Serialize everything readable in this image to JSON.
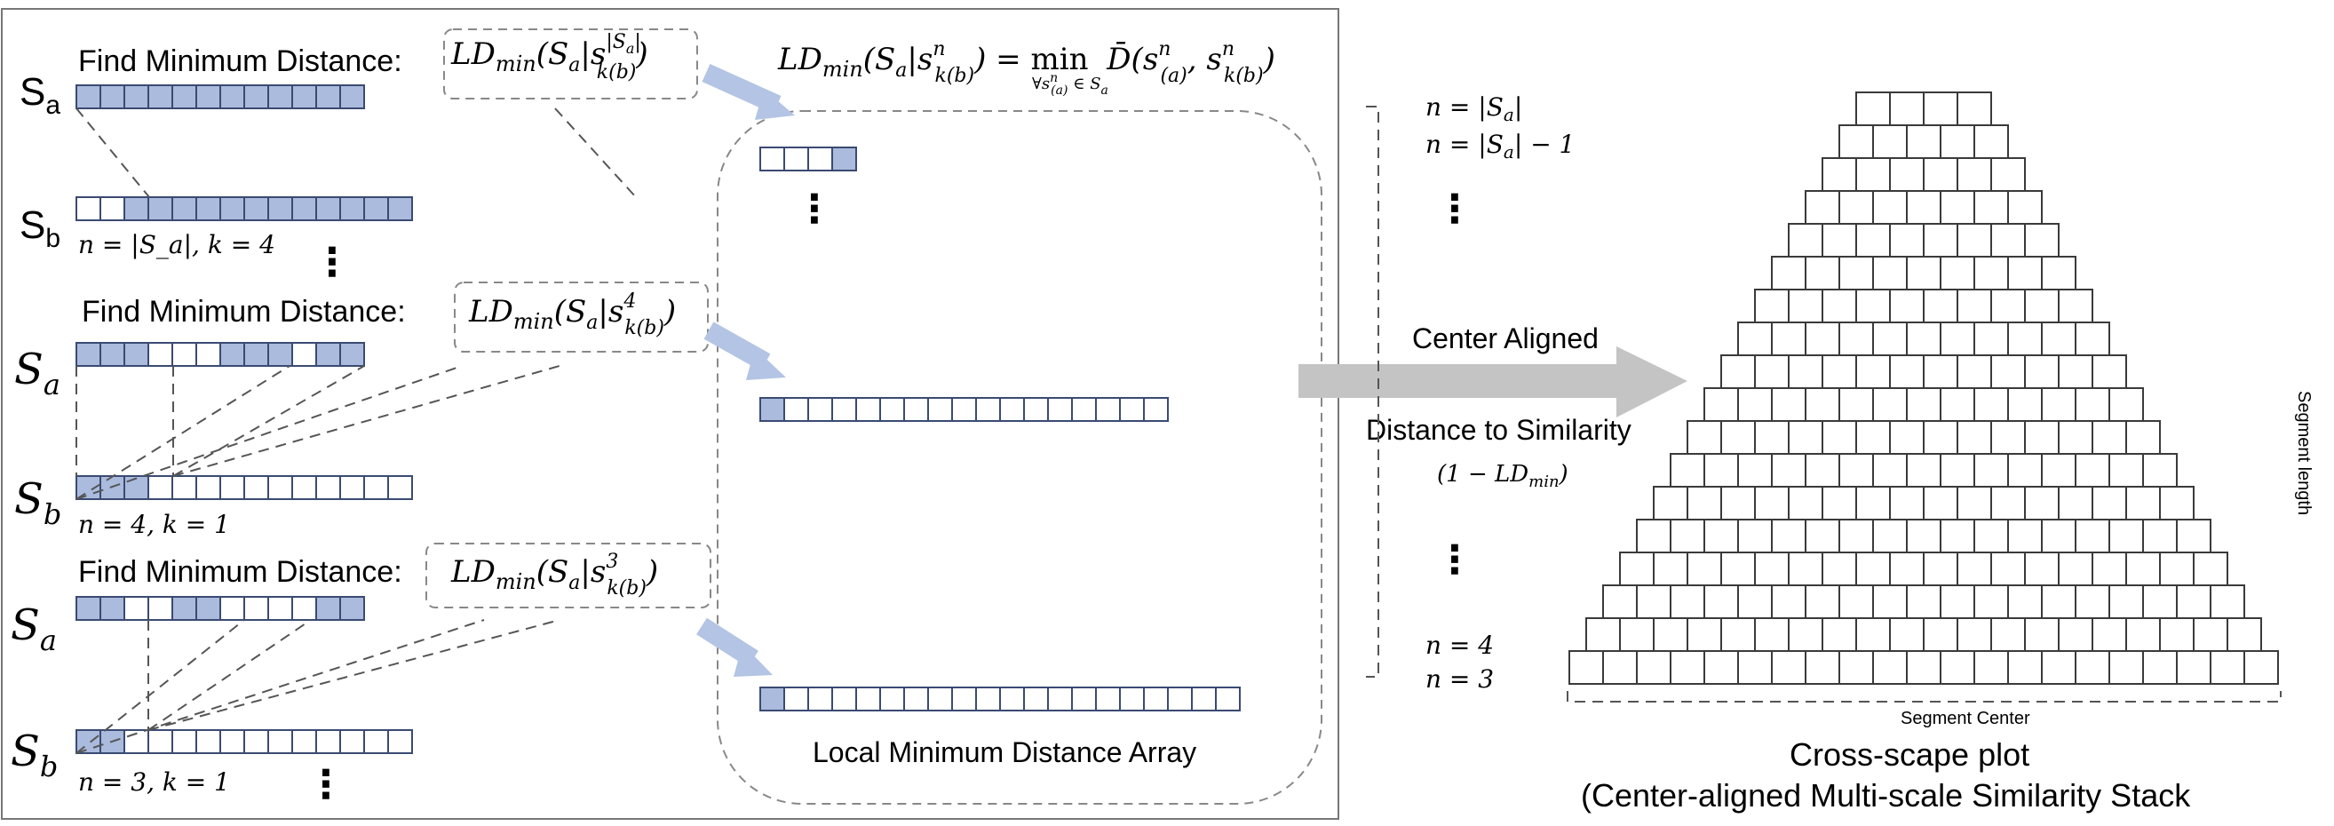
{
  "left_panel": {
    "blocks": [
      {
        "find_label": "Find Minimum Distance:",
        "formula": "LD_min(S_a|s^{|S_a|}_{k(b)})",
        "sa_label": "S_a",
        "sb_label": "S_b",
        "params": "n = |S_a|, k = 4",
        "ellipsis": "⋮"
      },
      {
        "find_label": "Find Minimum Distance:",
        "formula": "LD_min(S_a|s^4_{k(b)})",
        "sa_label": "S_a",
        "sb_label": "S_b",
        "params": "n = 4, k = 1"
      },
      {
        "find_label": "Find Minimum Distance:",
        "formula": "LD_min(S_a|s^3_{k(b)})",
        "sa_label": "S_a",
        "sb_label": "S_b",
        "params": "n = 3, k = 1",
        "ellipsis": "⋮"
      }
    ],
    "top_formula": "LD_min(S_a|s^n_{k(b)}) = min_{∀ s^n_(a) ∈ S_a} D̄(s^n_(a), s^n_{k(b)})",
    "array_caption": "Local Minimum Distance Array",
    "array_ellipsis": "⋮"
  },
  "middle": {
    "center_aligned": "Center Aligned",
    "distance_to_similarity": "Distance to Similarity",
    "formula": "(1 − LD_min)"
  },
  "right_panel": {
    "row_labels": [
      "n = |S_a|",
      "n = |S_a| − 1",
      "⋮",
      "⋮",
      "n = 4",
      "n = 3"
    ],
    "axis_right": "Segment length",
    "axis_bottom": "Segment Center",
    "title_line1": "Cross-scape plot",
    "title_line2": "(Center-aligned Multi-scale Similarity Stack",
    "pyramid": {
      "rows": [
        4,
        5,
        6,
        7,
        8,
        9,
        10,
        11,
        12,
        13,
        14,
        15,
        16,
        17,
        18,
        19,
        20,
        21
      ]
    }
  },
  "colors": {
    "highlight": "#aabbdd",
    "arrow": "#b3c4e4",
    "big_arrow": "#c4c4c4"
  }
}
